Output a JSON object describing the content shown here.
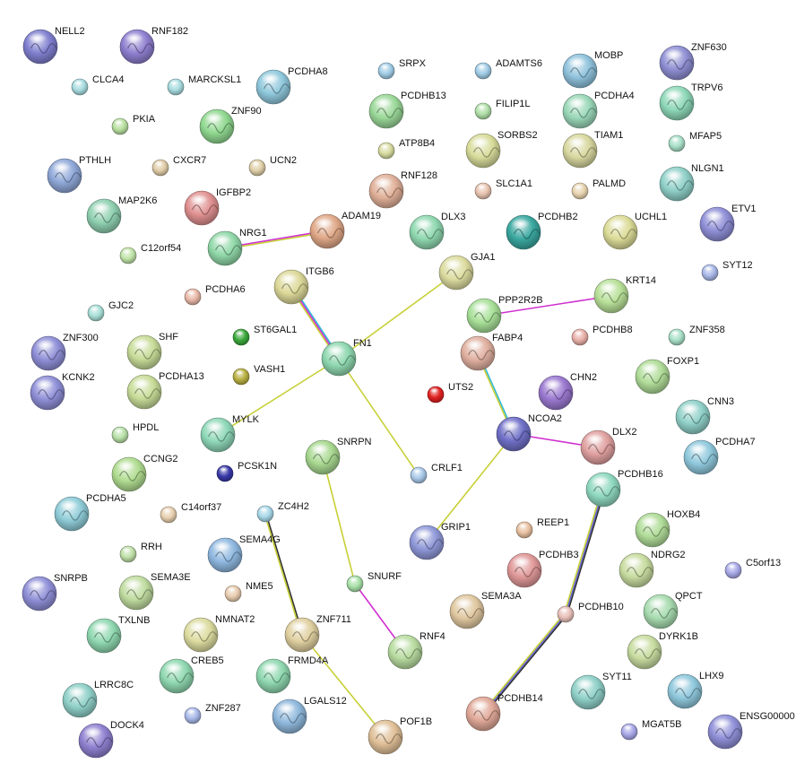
{
  "network": {
    "proteins": [
      {
        "id": "NELL2",
        "label": "NELL2",
        "color": "#7f7fcf",
        "size": "large",
        "structure": true
      },
      {
        "id": "RNF182",
        "label": "RNF182",
        "color": "#8f7fd0",
        "size": "large",
        "structure": true
      },
      {
        "id": "CLCA4",
        "label": "CLCA4",
        "color": "#a8dce0",
        "size": "small",
        "structure": false
      },
      {
        "id": "MARCKSL1",
        "label": "MARCKSL1",
        "color": "#a8dce0",
        "size": "small",
        "structure": false
      },
      {
        "id": "PCDHA8",
        "label": "PCDHA8",
        "color": "#8fc8dc",
        "size": "large",
        "structure": true
      },
      {
        "id": "SRPX",
        "label": "SRPX",
        "color": "#a0cce6",
        "size": "small",
        "structure": false
      },
      {
        "id": "ADAMTS6",
        "label": "ADAMTS6",
        "color": "#a0cce6",
        "size": "small",
        "structure": false
      },
      {
        "id": "MOBP",
        "label": "MOBP",
        "color": "#8fc2dc",
        "size": "large",
        "structure": true
      },
      {
        "id": "ZNF630",
        "label": "ZNF630",
        "color": "#8f8fd4",
        "size": "large",
        "structure": true
      },
      {
        "id": "PKIA",
        "label": "PKIA",
        "color": "#b8e0a0",
        "size": "small",
        "structure": false
      },
      {
        "id": "ZNF90",
        "label": "ZNF90",
        "color": "#90d890",
        "size": "large",
        "structure": true
      },
      {
        "id": "PCDHB13",
        "label": "PCDHB13",
        "color": "#9ad898",
        "size": "large",
        "structure": true
      },
      {
        "id": "FILIP1L",
        "label": "FILIP1L",
        "color": "#b0e0a8",
        "size": "small",
        "structure": false
      },
      {
        "id": "PCDHA4",
        "label": "PCDHA4",
        "color": "#9ad8b8",
        "size": "large",
        "structure": true
      },
      {
        "id": "TRPV6",
        "label": "TRPV6",
        "color": "#8ed8b8",
        "size": "large",
        "structure": true
      },
      {
        "id": "ATP8B4",
        "label": "ATP8B4",
        "color": "#d8dca0",
        "size": "small",
        "structure": false
      },
      {
        "id": "SORBS2",
        "label": "SORBS2",
        "color": "#d8dc9a",
        "size": "large",
        "structure": true
      },
      {
        "id": "TIAM1",
        "label": "TIAM1",
        "color": "#d8d8a0",
        "size": "large",
        "structure": true
      },
      {
        "id": "MFAP5",
        "label": "MFAP5",
        "color": "#a8e0c8",
        "size": "small",
        "structure": false
      },
      {
        "id": "PTHLH",
        "label": "PTHLH",
        "color": "#8fa8d8",
        "size": "large",
        "structure": true
      },
      {
        "id": "CXCR7",
        "label": "CXCR7",
        "color": "#e0cca8",
        "size": "small",
        "structure": false
      },
      {
        "id": "UCN2",
        "label": "UCN2",
        "color": "#e0d0a8",
        "size": "small",
        "structure": false
      },
      {
        "id": "NLGN1",
        "label": "NLGN1",
        "color": "#8fd0c8",
        "size": "large",
        "structure": true
      },
      {
        "id": "RNF128",
        "label": "RNF128",
        "color": "#e0b098",
        "size": "large",
        "structure": true
      },
      {
        "id": "SLC1A1",
        "label": "SLC1A1",
        "color": "#e8c4b0",
        "size": "small",
        "structure": false
      },
      {
        "id": "PALMD",
        "label": "PALMD",
        "color": "#e8d4b0",
        "size": "small",
        "structure": false
      },
      {
        "id": "MAP2K6",
        "label": "MAP2K6",
        "color": "#8fd0b0",
        "size": "large",
        "structure": true
      },
      {
        "id": "IGFBP2",
        "label": "IGFBP2",
        "color": "#e09090",
        "size": "large",
        "structure": true
      },
      {
        "id": "ETV1",
        "label": "ETV1",
        "color": "#8f8fd8",
        "size": "large",
        "structure": true
      },
      {
        "id": "ADAM19",
        "label": "ADAM19",
        "color": "#e0a888",
        "size": "large",
        "structure": true
      },
      {
        "id": "DLX3",
        "label": "DLX3",
        "color": "#8fd8b0",
        "size": "large",
        "structure": true
      },
      {
        "id": "PCDHB2",
        "label": "PCDHB2",
        "color": "#3aa8a0",
        "size": "large",
        "structure": true
      },
      {
        "id": "UCHL1",
        "label": "UCHL1",
        "color": "#dcdc98",
        "size": "large",
        "structure": true
      },
      {
        "id": "NRG1",
        "label": "NRG1",
        "color": "#90d8a8",
        "size": "large",
        "structure": true
      },
      {
        "id": "C12orf54",
        "label": "C12orf54",
        "color": "#c0e4a8",
        "size": "small",
        "structure": false
      },
      {
        "id": "SYT12",
        "label": "SYT12",
        "color": "#a8b8e8",
        "size": "small",
        "structure": false
      },
      {
        "id": "GJA1",
        "label": "GJA1",
        "color": "#dcdca0",
        "size": "large",
        "structure": true
      },
      {
        "id": "ITGB6",
        "label": "ITGB6",
        "color": "#dcd898",
        "size": "large",
        "structure": true
      },
      {
        "id": "PCDHA6",
        "label": "PCDHA6",
        "color": "#e8b8a8",
        "size": "small",
        "structure": false
      },
      {
        "id": "KRT14",
        "label": "KRT14",
        "color": "#b8e098",
        "size": "large",
        "structure": true
      },
      {
        "id": "GJC2",
        "label": "GJC2",
        "color": "#a8e0d8",
        "size": "small",
        "structure": false
      },
      {
        "id": "PPP2R2B",
        "label": "PPP2R2B",
        "color": "#a8e098",
        "size": "large",
        "structure": true
      },
      {
        "id": "ZNF300",
        "label": "ZNF300",
        "color": "#8f8fd8",
        "size": "large",
        "structure": true
      },
      {
        "id": "SHF",
        "label": "SHF",
        "color": "#c8dc98",
        "size": "large",
        "structure": true
      },
      {
        "id": "ST6GAL1",
        "label": "ST6GAL1",
        "color": "#3aa83a",
        "size": "small",
        "structure": false
      },
      {
        "id": "PCDHB8",
        "label": "PCDHB8",
        "color": "#e8b0a8",
        "size": "small",
        "structure": false
      },
      {
        "id": "ZNF358",
        "label": "ZNF358",
        "color": "#a8e0c8",
        "size": "small",
        "structure": false
      },
      {
        "id": "FN1",
        "label": "FN1",
        "color": "#8fd8b0",
        "size": "large",
        "structure": true
      },
      {
        "id": "FABP4",
        "label": "FABP4",
        "color": "#e0b0a0",
        "size": "large",
        "structure": true
      },
      {
        "id": "KCNK2",
        "label": "KCNK2",
        "color": "#8f8fd8",
        "size": "large",
        "structure": true
      },
      {
        "id": "VASH1",
        "label": "VASH1",
        "color": "#b8b040",
        "size": "small",
        "structure": false
      },
      {
        "id": "FOXP1",
        "label": "FOXP1",
        "color": "#b0dc98",
        "size": "large",
        "structure": true
      },
      {
        "id": "PCDHA13",
        "label": "PCDHA13",
        "color": "#c8dc98",
        "size": "large",
        "structure": true
      },
      {
        "id": "UTS2",
        "label": "UTS2",
        "color": "#e02020",
        "size": "small",
        "structure": false
      },
      {
        "id": "CHN2",
        "label": "CHN2",
        "color": "#9a78d0",
        "size": "large",
        "structure": true
      },
      {
        "id": "CNN3",
        "label": "CNN3",
        "color": "#8fd0c8",
        "size": "large",
        "structure": true
      },
      {
        "id": "NCOA2",
        "label": "NCOA2",
        "color": "#7070c8",
        "size": "large",
        "structure": true
      },
      {
        "id": "MYLK",
        "label": "MYLK",
        "color": "#8fd8b8",
        "size": "large",
        "structure": true
      },
      {
        "id": "HPDL",
        "label": "HPDL",
        "color": "#b8e0a8",
        "size": "small",
        "structure": false
      },
      {
        "id": "DLX2",
        "label": "DLX2",
        "color": "#e0a0a0",
        "size": "large",
        "structure": true
      },
      {
        "id": "PCDHA7",
        "label": "PCDHA7",
        "color": "#8fc8dc",
        "size": "large",
        "structure": true
      },
      {
        "id": "SNRPN",
        "label": "SNRPN",
        "color": "#a8d890",
        "size": "large",
        "structure": true
      },
      {
        "id": "CCNG2",
        "label": "CCNG2",
        "color": "#b0dc90",
        "size": "large",
        "structure": true
      },
      {
        "id": "CRLF1",
        "label": "CRLF1",
        "color": "#a8c8e8",
        "size": "small",
        "structure": false
      },
      {
        "id": "PCSK1N",
        "label": "PCSK1N",
        "color": "#3838a8",
        "size": "small",
        "structure": false
      },
      {
        "id": "PCDHB16",
        "label": "PCDHB16",
        "color": "#8fd8c0",
        "size": "large",
        "structure": true
      },
      {
        "id": "PCDHA5",
        "label": "PCDHA5",
        "color": "#8fccd8",
        "size": "large",
        "structure": true
      },
      {
        "id": "C14orf37",
        "label": "C14orf37",
        "color": "#e8d0b0",
        "size": "small",
        "structure": false
      },
      {
        "id": "ZC4H2",
        "label": "ZC4H2",
        "color": "#a8d8e8",
        "size": "small",
        "structure": false
      },
      {
        "id": "HOXB4",
        "label": "HOXB4",
        "color": "#b0dc98",
        "size": "large",
        "structure": true
      },
      {
        "id": "GRIP1",
        "label": "GRIP1",
        "color": "#8f98d8",
        "size": "large",
        "structure": true
      },
      {
        "id": "REEP1",
        "label": "REEP1",
        "color": "#e8c0a0",
        "size": "small",
        "structure": false
      },
      {
        "id": "NDRG2",
        "label": "NDRG2",
        "color": "#c8dca0",
        "size": "large",
        "structure": true
      },
      {
        "id": "SEMA4G",
        "label": "SEMA4G",
        "color": "#8fb8e0",
        "size": "large",
        "structure": true
      },
      {
        "id": "RRH",
        "label": "RRH",
        "color": "#c0e0a8",
        "size": "small",
        "structure": false
      },
      {
        "id": "C5orf13",
        "label": "C5orf13",
        "color": "#a8a8e8",
        "size": "small",
        "structure": false
      },
      {
        "id": "PCDHB3",
        "label": "PCDHB3",
        "color": "#e09898",
        "size": "large",
        "structure": true
      },
      {
        "id": "SNRPB",
        "label": "SNRPB",
        "color": "#8f8fd8",
        "size": "large",
        "structure": true
      },
      {
        "id": "SEMA3E",
        "label": "SEMA3E",
        "color": "#c0dca0",
        "size": "large",
        "structure": true
      },
      {
        "id": "NME5",
        "label": "NME5",
        "color": "#e8ccb0",
        "size": "small",
        "structure": false
      },
      {
        "id": "SNURF",
        "label": "SNURF",
        "color": "#a8e0a8",
        "size": "small",
        "structure": false
      },
      {
        "id": "SEMA3A",
        "label": "SEMA3A",
        "color": "#e0c8a0",
        "size": "large",
        "structure": true
      },
      {
        "id": "QPCT",
        "label": "QPCT",
        "color": "#a8dcb0",
        "size": "large",
        "structure": true
      },
      {
        "id": "PCDHB10",
        "label": "PCDHB10",
        "color": "#e8c0b8",
        "size": "small",
        "structure": false
      },
      {
        "id": "TXLNB",
        "label": "TXLNB",
        "color": "#8fd8b0",
        "size": "large",
        "structure": true
      },
      {
        "id": "NMNAT2",
        "label": "NMNAT2",
        "color": "#dcdca0",
        "size": "large",
        "structure": true
      },
      {
        "id": "ZNF711",
        "label": "ZNF711",
        "color": "#e0d0a0",
        "size": "large",
        "structure": true
      },
      {
        "id": "RNF4",
        "label": "RNF4",
        "color": "#b8dca0",
        "size": "large",
        "structure": true
      },
      {
        "id": "DYRK1B",
        "label": "DYRK1B",
        "color": "#c8dca0",
        "size": "large",
        "structure": true
      },
      {
        "id": "CREB5",
        "label": "CREB5",
        "color": "#8fd8b0",
        "size": "large",
        "structure": true
      },
      {
        "id": "FRMD4A",
        "label": "FRMD4A",
        "color": "#8fd8b0",
        "size": "large",
        "structure": true
      },
      {
        "id": "SYT11",
        "label": "SYT11",
        "color": "#8fd0c8",
        "size": "large",
        "structure": true
      },
      {
        "id": "LHX9",
        "label": "LHX9",
        "color": "#8fc8dc",
        "size": "large",
        "structure": true
      },
      {
        "id": "LRRC8C",
        "label": "LRRC8C",
        "color": "#8fd0c8",
        "size": "large",
        "structure": true
      },
      {
        "id": "PCDHB14",
        "label": "PCDHB14",
        "color": "#e0a898",
        "size": "large",
        "structure": true
      },
      {
        "id": "ZNF287",
        "label": "ZNF287",
        "color": "#a8b8e8",
        "size": "small",
        "structure": false
      },
      {
        "id": "LGALS12",
        "label": "LGALS12",
        "color": "#8fb8dc",
        "size": "large",
        "structure": true
      },
      {
        "id": "POF1B",
        "label": "POF1B",
        "color": "#e0c098",
        "size": "large",
        "structure": true
      },
      {
        "id": "MGAT5B",
        "label": "MGAT5B",
        "color": "#a8a8e8",
        "size": "small",
        "structure": false
      },
      {
        "id": "ENSG00000",
        "label": "ENSG00000",
        "color": "#8f8fd8",
        "size": "large",
        "structure": true
      },
      {
        "id": "DOCK4",
        "label": "DOCK4",
        "color": "#8f80d0",
        "size": "large",
        "structure": true
      }
    ],
    "interactions": [
      {
        "source": "NRG1",
        "target": "ADAM19",
        "colors": [
          "#d030d0",
          "#c8d038"
        ]
      },
      {
        "source": "ITGB6",
        "target": "FN1",
        "colors": [
          "#30b8d8",
          "#d030d0",
          "#c8d038"
        ]
      },
      {
        "source": "FN1",
        "target": "GJA1",
        "colors": [
          "#c8d038"
        ]
      },
      {
        "source": "FN1",
        "target": "MYLK",
        "colors": [
          "#c8d038"
        ]
      },
      {
        "source": "FN1",
        "target": "CRLF1",
        "colors": [
          "#c8d038"
        ]
      },
      {
        "source": "PPP2R2B",
        "target": "KRT14",
        "colors": [
          "#d030d0"
        ]
      },
      {
        "source": "FABP4",
        "target": "NCOA2",
        "colors": [
          "#30b8d8",
          "#c8d038"
        ]
      },
      {
        "source": "NCOA2",
        "target": "DLX2",
        "colors": [
          "#d030d0"
        ]
      },
      {
        "source": "NCOA2",
        "target": "GRIP1",
        "colors": [
          "#c8d038"
        ]
      },
      {
        "source": "SNRPN",
        "target": "SNURF",
        "colors": [
          "#c8d038"
        ]
      },
      {
        "source": "SNURF",
        "target": "RNF4",
        "colors": [
          "#d030d0"
        ]
      },
      {
        "source": "ZC4H2",
        "target": "ZNF711",
        "colors": [
          "#303030",
          "#c8d038"
        ]
      },
      {
        "source": "ZNF711",
        "target": "POF1B",
        "colors": [
          "#c8d038"
        ]
      },
      {
        "source": "PCDHB16",
        "target": "PCDHB10",
        "colors": [
          "#303030",
          "#6060d0",
          "#c8d038"
        ]
      },
      {
        "source": "PCDHB10",
        "target": "PCDHB14",
        "colors": [
          "#303030",
          "#6060d0",
          "#c8d038"
        ]
      }
    ]
  }
}
